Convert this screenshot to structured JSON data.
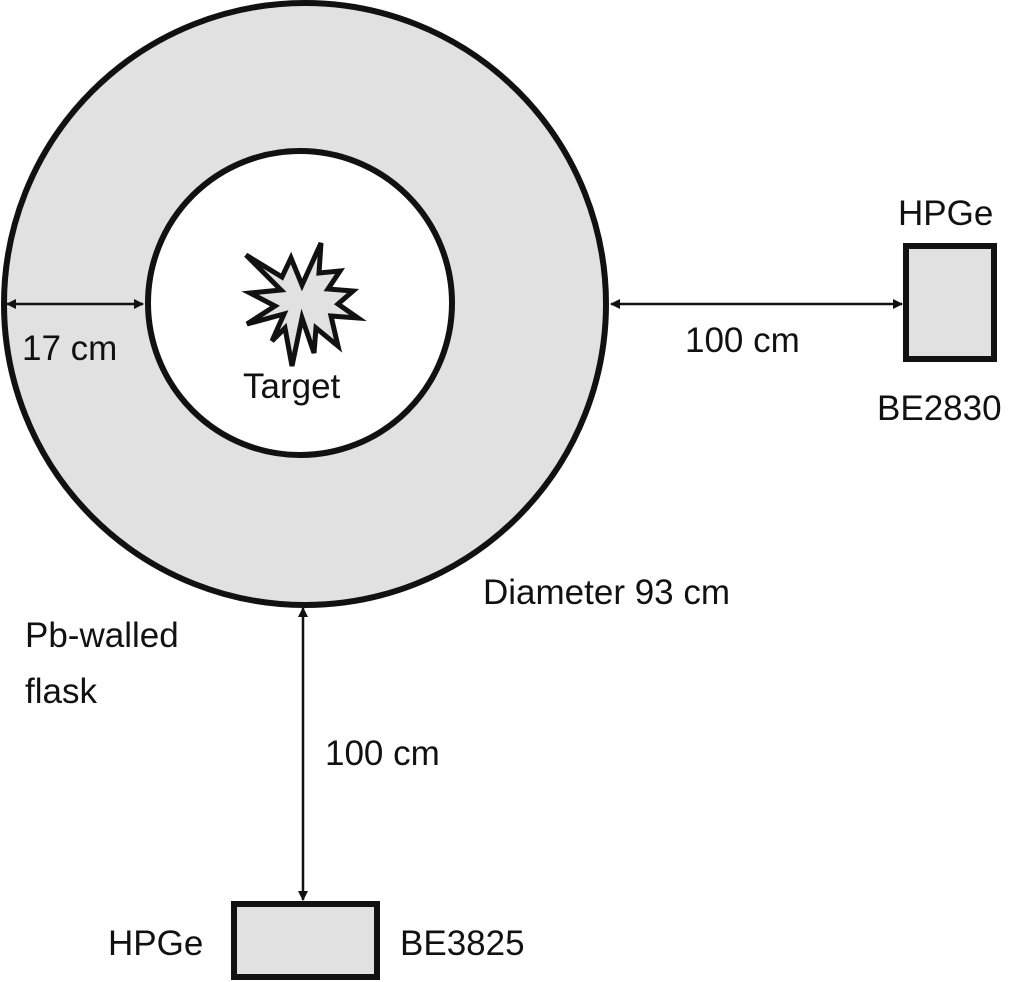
{
  "labels": {
    "target": "Target",
    "wall_thickness": "17 cm",
    "diameter": "Diameter 93 cm",
    "flask": [
      "Pb-walled",
      "flask"
    ],
    "right_detector": {
      "type": "HPGe",
      "id": "BE2830",
      "distance": "100 cm"
    },
    "bottom_detector": {
      "type": "HPGe",
      "id": "BE3825",
      "distance": "100 cm"
    }
  },
  "colors": {
    "fill": "#e1e1e1",
    "stroke": "#111111",
    "inner": "#ffffff"
  }
}
